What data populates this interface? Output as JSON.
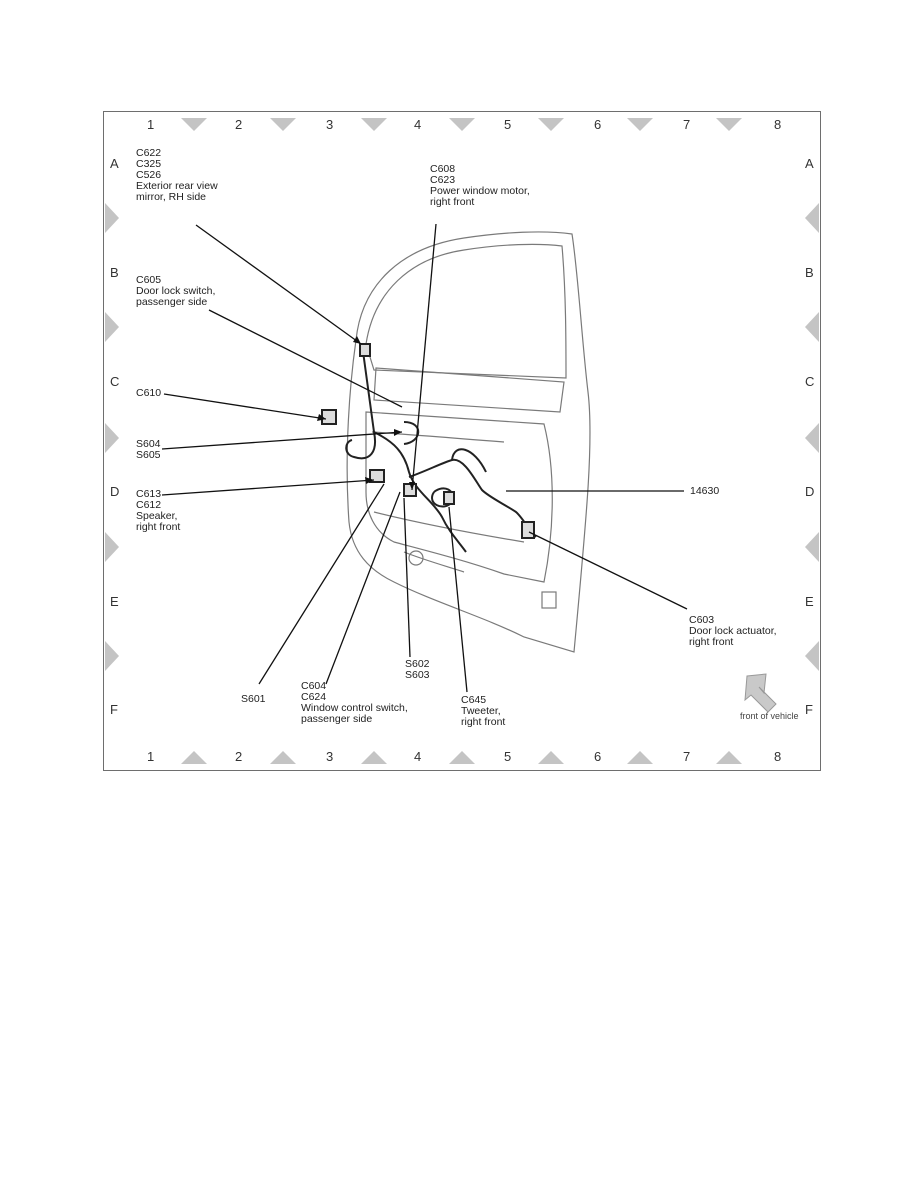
{
  "grid": {
    "columns": [
      "1",
      "2",
      "3",
      "4",
      "5",
      "6",
      "7",
      "8"
    ],
    "rows": [
      "A",
      "B",
      "C",
      "D",
      "E",
      "F"
    ]
  },
  "callouts": {
    "mirror": [
      "C622",
      "C325",
      "C526",
      "Exterior rear view",
      "mirror, RH side"
    ],
    "door_lock_switch": [
      "C605",
      "Door lock switch,",
      "passenger side"
    ],
    "c610": [
      "C610"
    ],
    "splice_s604": [
      "S604",
      "S605"
    ],
    "speaker": [
      "C613",
      "C612",
      "Speaker,",
      "right front"
    ],
    "window_motor": [
      "C608",
      "C623",
      "Power window motor,",
      "right front"
    ],
    "harness": [
      "14630"
    ],
    "door_lock_actuator": [
      "C603",
      "Door lock actuator,",
      "right front"
    ],
    "splice_s601": [
      "S601"
    ],
    "window_switch": [
      "C604",
      "C624",
      "Window control switch,",
      "passenger side"
    ],
    "splice_s602": [
      "S602",
      "S603"
    ],
    "tweeter": [
      "C645",
      "Tweeter,",
      "right front"
    ]
  },
  "front_of_vehicle": "front of vehicle",
  "colors": {
    "frame": "#6e6e6e",
    "marker": "#c4c4c4",
    "line": "#111111",
    "door": "#7a7a7a"
  }
}
